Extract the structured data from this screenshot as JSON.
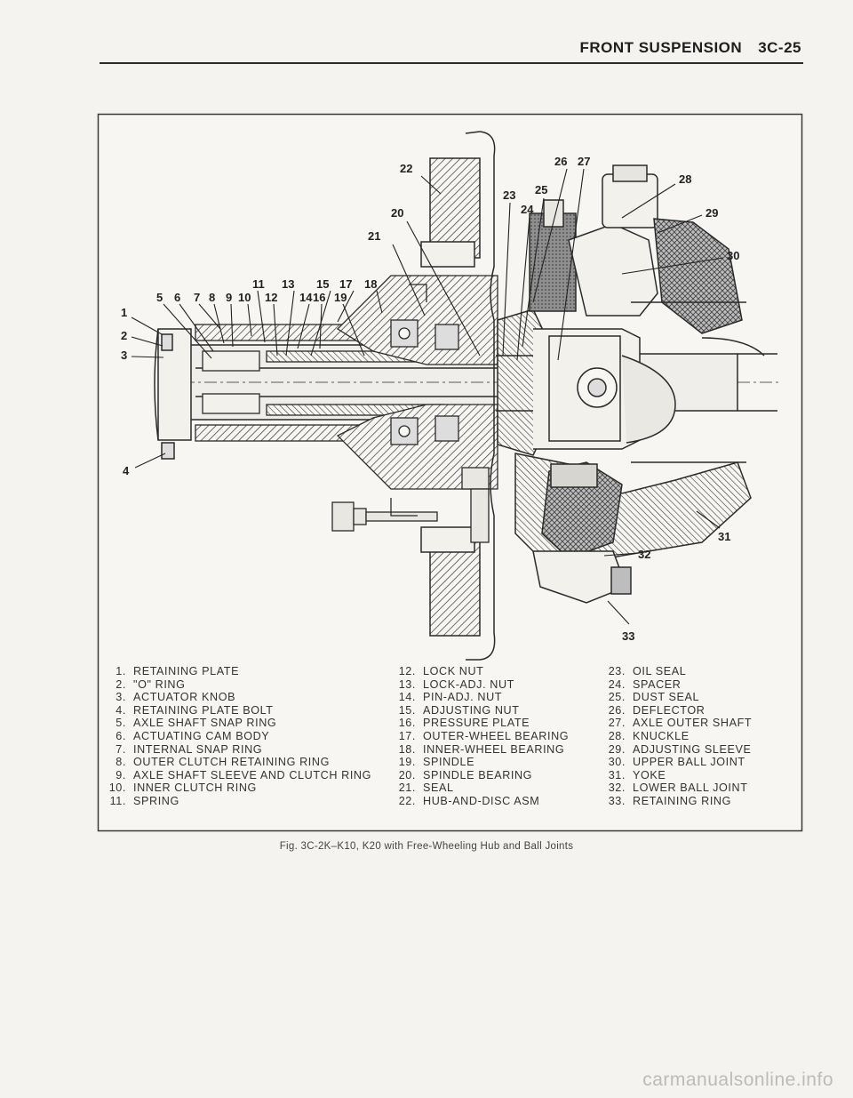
{
  "header": {
    "section": "FRONT SUSPENSION",
    "page": "3C-25"
  },
  "callouts": [
    "1",
    "2",
    "3",
    "4",
    "5",
    "6",
    "7",
    "8",
    "9",
    "10",
    "11",
    "12",
    "13",
    "14",
    "15",
    "16",
    "17",
    "18",
    "19",
    "20",
    "21",
    "22",
    "23",
    "24",
    "25",
    "26",
    "27",
    "28",
    "29",
    "30",
    "31",
    "32",
    "33"
  ],
  "legend": {
    "col1": [
      {
        "num": "1.",
        "text": "RETAINING PLATE"
      },
      {
        "num": "2.",
        "text": "\"O\" RING"
      },
      {
        "num": "3.",
        "text": "ACTUATOR KNOB"
      },
      {
        "num": "4.",
        "text": "RETAINING PLATE BOLT"
      },
      {
        "num": "5.",
        "text": "AXLE SHAFT SNAP RING"
      },
      {
        "num": "6.",
        "text": "ACTUATING CAM BODY"
      },
      {
        "num": "7.",
        "text": "INTERNAL SNAP RING"
      },
      {
        "num": "8.",
        "text": "OUTER CLUTCH RETAINING RING"
      },
      {
        "num": "9.",
        "text": "AXLE SHAFT SLEEVE AND CLUTCH RING"
      },
      {
        "num": "10.",
        "text": "INNER CLUTCH RING"
      },
      {
        "num": "11.",
        "text": "SPRING"
      }
    ],
    "col2": [
      {
        "num": "12.",
        "text": "LOCK NUT"
      },
      {
        "num": "13.",
        "text": "LOCK-ADJ. NUT"
      },
      {
        "num": "14.",
        "text": "PIN-ADJ. NUT"
      },
      {
        "num": "15.",
        "text": "ADJUSTING NUT"
      },
      {
        "num": "16.",
        "text": "PRESSURE PLATE"
      },
      {
        "num": "17.",
        "text": "OUTER-WHEEL BEARING"
      },
      {
        "num": "18.",
        "text": "INNER-WHEEL BEARING"
      },
      {
        "num": "19.",
        "text": "SPINDLE"
      },
      {
        "num": "20.",
        "text": "SPINDLE BEARING"
      },
      {
        "num": "21.",
        "text": "SEAL"
      },
      {
        "num": "22.",
        "text": "HUB-AND-DISC ASM"
      }
    ],
    "col3": [
      {
        "num": "23.",
        "text": "OIL SEAL"
      },
      {
        "num": "24.",
        "text": "SPACER"
      },
      {
        "num": "25.",
        "text": "DUST SEAL"
      },
      {
        "num": "26.",
        "text": "DEFLECTOR"
      },
      {
        "num": "27.",
        "text": "AXLE OUTER SHAFT"
      },
      {
        "num": "28.",
        "text": "KNUCKLE"
      },
      {
        "num": "29.",
        "text": "ADJUSTING SLEEVE"
      },
      {
        "num": "30.",
        "text": "UPPER BALL JOINT"
      },
      {
        "num": "31.",
        "text": "YOKE"
      },
      {
        "num": "32.",
        "text": "LOWER BALL JOINT"
      },
      {
        "num": "33.",
        "text": "RETAINING RING"
      }
    ]
  },
  "caption": "Fig. 3C-2K–K10, K20 with Free-Wheeling Hub and Ball Joints",
  "watermark": "carmanualsonline.info"
}
